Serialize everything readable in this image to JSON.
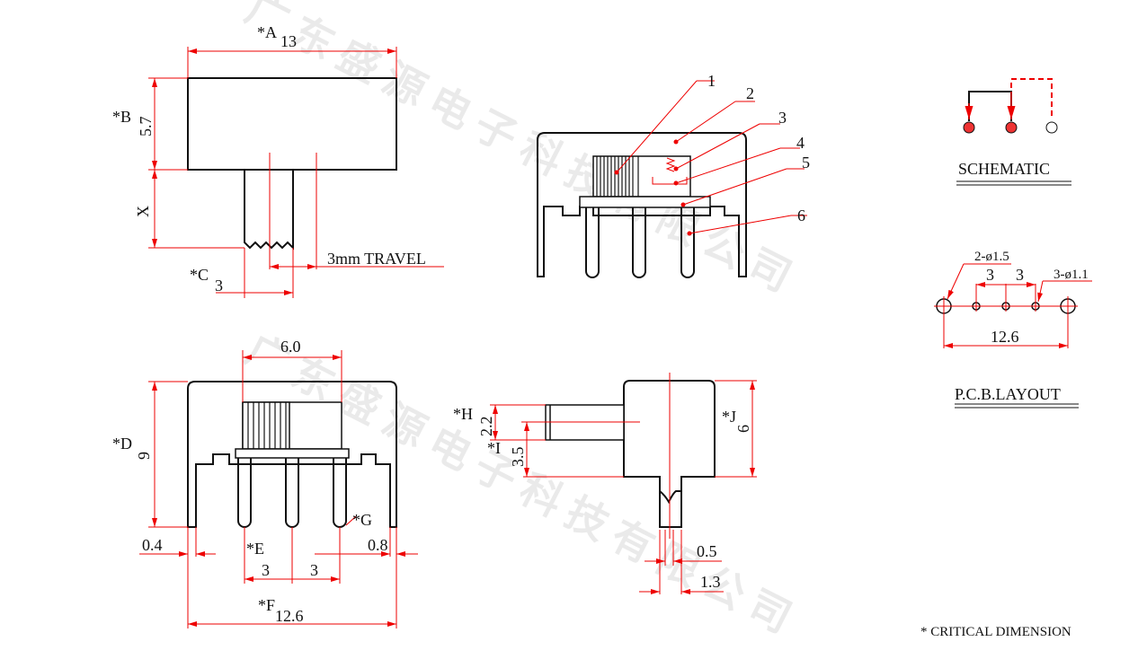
{
  "watermark": "广东盛源电子科技有限公司",
  "colors": {
    "dimension": "#e00000",
    "outline": "#111111"
  },
  "top_view": {
    "a_label": "*A",
    "a_value": "13",
    "b_label": "*B",
    "b_value": "5.7",
    "x_label": "X",
    "c_label": "*C",
    "c_value": "3",
    "travel": "3mm TRAVEL"
  },
  "section_view": {
    "callouts": [
      "1",
      "2",
      "3",
      "4",
      "5",
      "6"
    ]
  },
  "front_view": {
    "width_top": "6.0",
    "d_label": "*D",
    "d_value": "9",
    "e_label": "*E",
    "e_value": "3",
    "e_value2": "3",
    "g_label": "*G",
    "left_gap": "0.4",
    "right_gap": "0.8",
    "f_label": "*F",
    "f_value": "12.6"
  },
  "side_view": {
    "h_label": "*H",
    "h_value": "2.2",
    "i_label": "*I",
    "i_value": "3.5",
    "j_label": "*J",
    "j_value": "6",
    "pin_thickness": "0.5",
    "pin_width": "1.3"
  },
  "schematic": {
    "title": "SCHEMATIC"
  },
  "pcb_layout": {
    "title": "P.C.B.LAYOUT",
    "big_holes": "2-ø1.5",
    "small_holes": "3-ø1.1",
    "pitch1": "3",
    "pitch2": "3",
    "span": "12.6"
  },
  "footnote": "* CRITICAL  DIMENSION"
}
